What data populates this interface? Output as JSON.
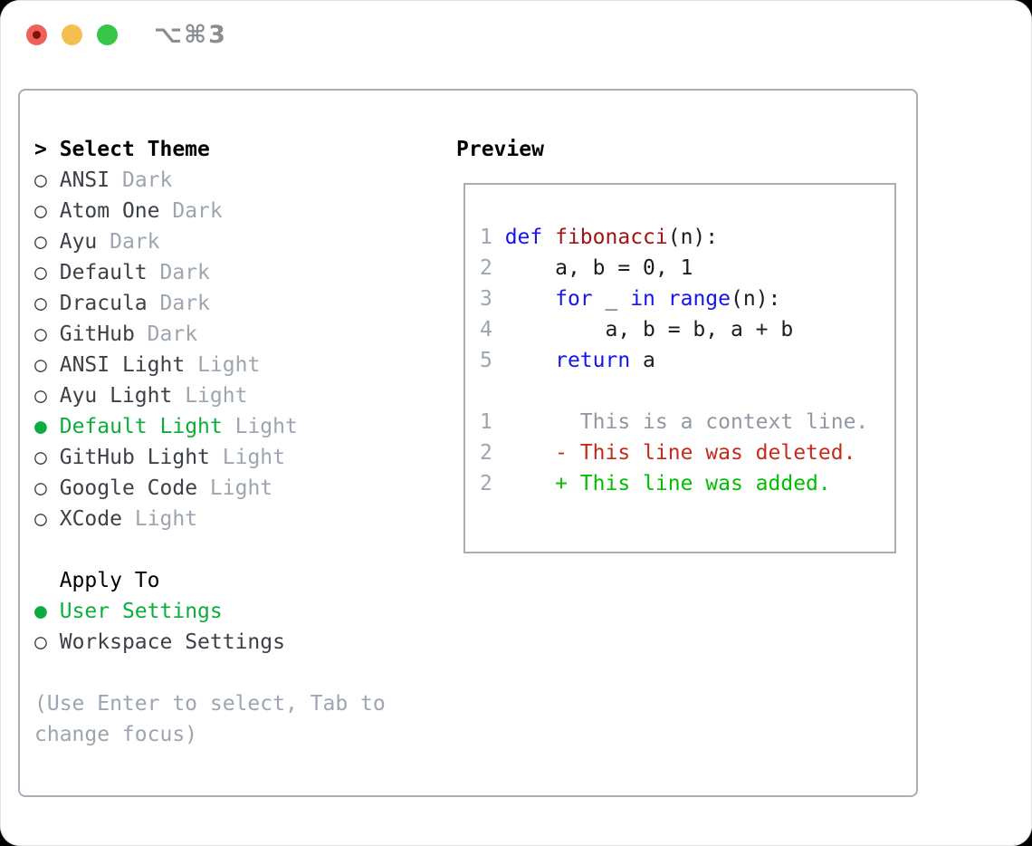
{
  "window": {
    "title": "⌥⌘3"
  },
  "icons": {
    "unselected_marker": "○",
    "selected_marker": "●",
    "prompt_marker": ">"
  },
  "theme_selector": {
    "title": "Select Theme",
    "items": [
      {
        "name": "ANSI",
        "tag": "Dark",
        "selected": false
      },
      {
        "name": "Atom One",
        "tag": "Dark",
        "selected": false
      },
      {
        "name": "Ayu",
        "tag": "Dark",
        "selected": false
      },
      {
        "name": "Default",
        "tag": "Dark",
        "selected": false
      },
      {
        "name": "Dracula",
        "tag": "Dark",
        "selected": false
      },
      {
        "name": "GitHub",
        "tag": "Dark",
        "selected": false
      },
      {
        "name": "ANSI Light",
        "tag": "Light",
        "selected": false
      },
      {
        "name": "Ayu Light",
        "tag": "Light",
        "selected": false
      },
      {
        "name": "Default Light",
        "tag": "Light",
        "selected": true
      },
      {
        "name": "GitHub Light",
        "tag": "Light",
        "selected": false
      },
      {
        "name": "Google Code",
        "tag": "Light",
        "selected": false
      },
      {
        "name": "XCode",
        "tag": "Light",
        "selected": false
      }
    ],
    "apply_to": {
      "title": "Apply To",
      "options": [
        {
          "label": "User Settings",
          "selected": true
        },
        {
          "label": "Workspace Settings",
          "selected": false
        }
      ]
    },
    "hint_line1": "(Use Enter to select, Tab to",
    "hint_line2": "change focus)"
  },
  "preview": {
    "title": "Preview",
    "code_lines": [
      {
        "num": "1",
        "tokens": [
          [
            "def",
            "k"
          ],
          [
            " ",
            "p"
          ],
          [
            "fibonacci",
            "f"
          ],
          [
            "(n):",
            "p"
          ]
        ]
      },
      {
        "num": "2",
        "tokens": [
          [
            "    a, b = 0, 1",
            "p"
          ]
        ]
      },
      {
        "num": "3",
        "tokens": [
          [
            "    ",
            "p"
          ],
          [
            "for",
            "k"
          ],
          [
            " _ ",
            "p"
          ],
          [
            "in",
            "k"
          ],
          [
            " ",
            "p"
          ],
          [
            "range",
            "k"
          ],
          [
            "(n):",
            "p"
          ]
        ]
      },
      {
        "num": "4",
        "tokens": [
          [
            "        a, b = b, a + b",
            "p"
          ]
        ]
      },
      {
        "num": "5",
        "tokens": [
          [
            "    ",
            "p"
          ],
          [
            "return",
            "k"
          ],
          [
            " a",
            "p"
          ]
        ]
      }
    ],
    "diff_lines": [
      {
        "num": "1",
        "text": "      This is a context line.",
        "kind": "ctx"
      },
      {
        "num": "2",
        "text": "    - This line was deleted.",
        "kind": "del"
      },
      {
        "num": "2",
        "text": "    + This line was added.",
        "kind": "add"
      }
    ]
  },
  "colors": {
    "accent_green": "#0cad3c",
    "diff_added_green": "#02be01",
    "diff_deleted_red": "#c52a1b",
    "keyword_blue": "#1414f0",
    "function_red": "#a01414",
    "muted_gray": "#9ca5b0",
    "border_gray": "#a6aeb7",
    "titlebar_text_gray": "#8a8d92",
    "traffic_red": "#ef6158",
    "traffic_yellow": "#f6be4f",
    "traffic_green": "#37c649"
  }
}
